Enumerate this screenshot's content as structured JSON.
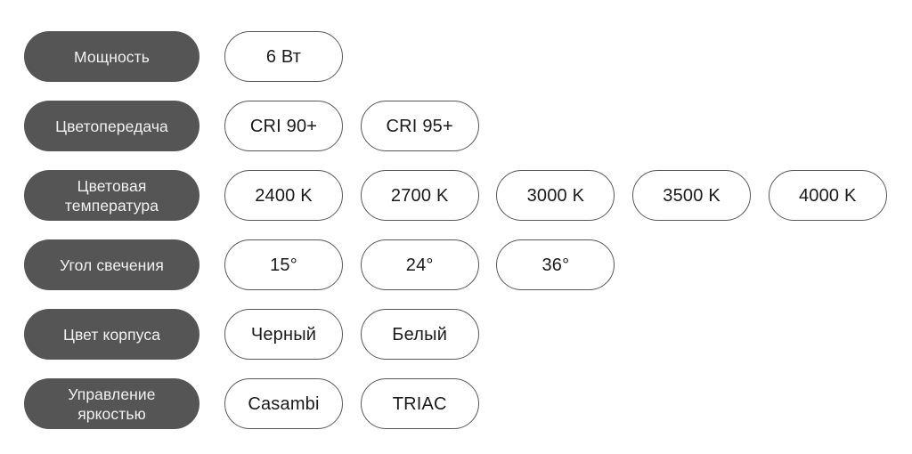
{
  "page": {
    "background_color": "#ffffff",
    "category_pill_color": "#555555",
    "category_text_color": "#f2f2f2",
    "option_border_color": "#585858",
    "option_text_color": "#1a1a1a"
  },
  "rows": [
    {
      "category": "Мощность",
      "options": [
        "6 Вт"
      ]
    },
    {
      "category": "Цветопередача",
      "options": [
        "CRI 90+",
        "CRI 95+"
      ]
    },
    {
      "category": "Цветовая\nтемпература",
      "options": [
        "2400 K",
        "2700 K",
        "3000 K",
        "3500 K",
        "4000 K"
      ]
    },
    {
      "category": "Угол свечения",
      "options": [
        "15°",
        "24°",
        "36°"
      ]
    },
    {
      "category": "Цвет корпуса",
      "options": [
        "Черный",
        "Белый"
      ]
    },
    {
      "category": "Управление\nяркостью",
      "options": [
        "Casambi",
        "TRIAC"
      ]
    }
  ]
}
